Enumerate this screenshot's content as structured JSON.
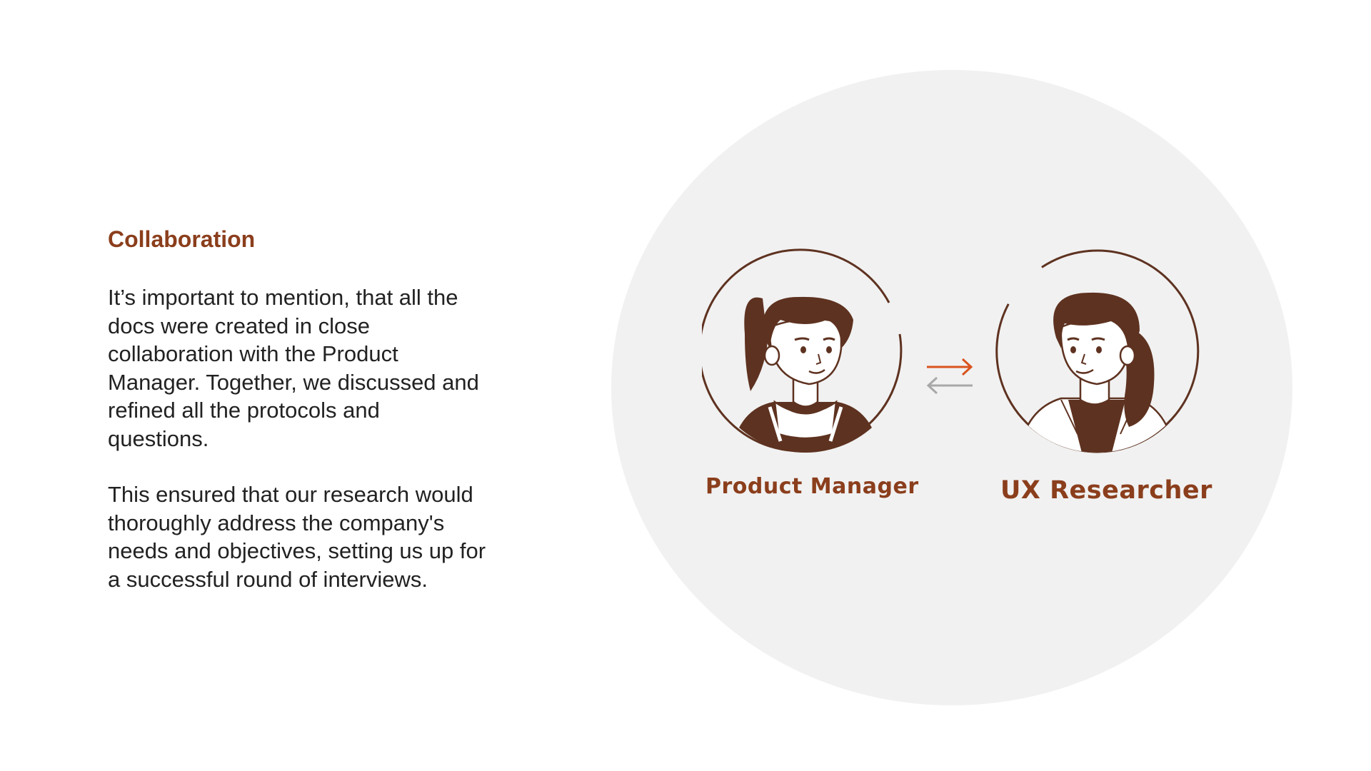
{
  "section": {
    "heading": "Collaboration",
    "paragraph_1": "It’s important to mention, that all the\ndocs were created in close\ncollaboration with the Product\nManager. Together, we discussed and\nrefined all the protocols and\nquestions.",
    "paragraph_2": "This ensured that our research would\nthoroughly address the company's\nneeds and objectives, setting us up for\na successful  round of interviews."
  },
  "diagram": {
    "left_role": "Product Manager",
    "right_role": "UX Researcher",
    "left_avatar_icon": "product-manager-avatar-icon",
    "right_avatar_icon": "ux-researcher-avatar-icon",
    "exchange_icon": "exchange-arrows-icon"
  },
  "colors": {
    "accent": "#8b3e1c",
    "illustration": "#5e3220",
    "arrow_forward": "#d9531e",
    "arrow_back": "#a8a8a8",
    "background_circle": "#f1f1f1"
  }
}
